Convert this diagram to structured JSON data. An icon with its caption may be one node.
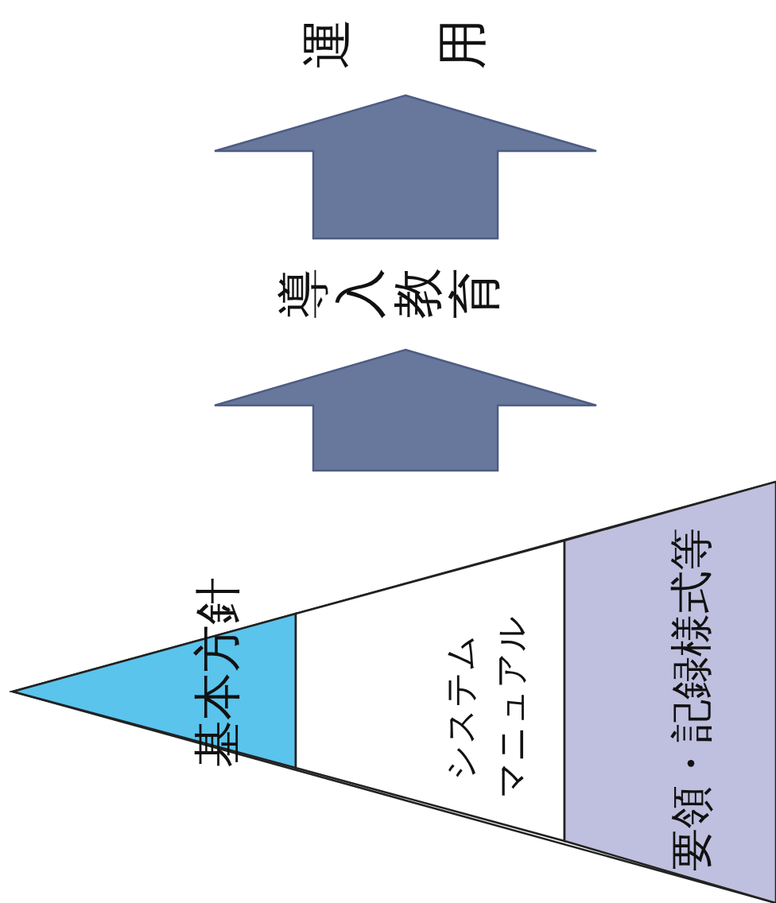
{
  "diagram": {
    "nodes": [
      {
        "text": [
          "運用"
        ]
      },
      {
        "text": [
          "導入教育"
        ]
      },
      {
        "text": [],
        "shape": "triangle"
      },
      {
        "text": [
          "基本方針"
        ],
        "in": 2
      },
      {
        "text": [
          "システム",
          "マニュアル"
        ],
        "in": 2
      },
      {
        "text": [
          "要領・記録様式等"
        ],
        "in": 2
      }
    ],
    "edges": [
      {
        "from": 1,
        "to": 0,
        "arrow": "to"
      },
      {
        "from": 2,
        "to": 1,
        "arrow": "to"
      }
    ]
  }
}
